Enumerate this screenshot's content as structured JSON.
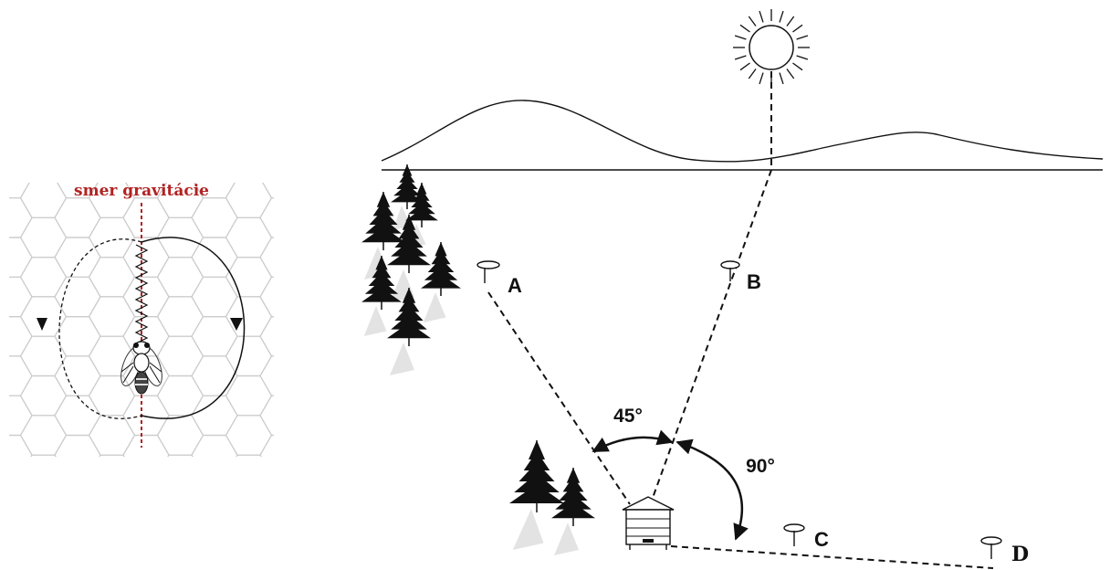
{
  "gravity_label": "smer gravitácie",
  "angles": {
    "a45": "45°",
    "a90": "90°"
  },
  "places": {
    "A": "A",
    "B": "B",
    "C": "C",
    "D": "D"
  },
  "colors": {
    "gravity": "#b22222",
    "line": "#111111",
    "hex": "#cccccc",
    "trees": "#111111"
  }
}
